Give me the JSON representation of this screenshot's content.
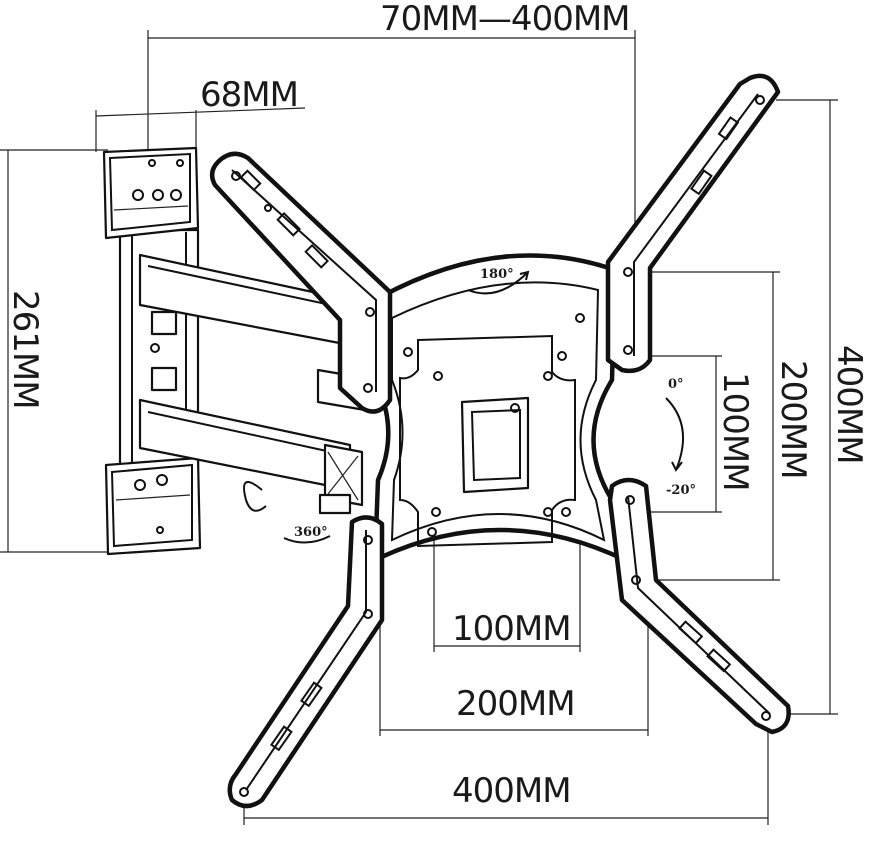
{
  "dimensions": {
    "top_range": "70MM—400MM",
    "wall_plate_width": "68MM",
    "left_height": "261MM",
    "right_outer": "400MM",
    "right_mid": "200MM",
    "right_inner": "100MM",
    "bottom_inner": "100MM",
    "bottom_mid": "200MM",
    "bottom_outer": "400MM"
  },
  "rotation_labels": {
    "swivel": "180°",
    "rotate": "360°",
    "tilt_top": "0°",
    "tilt_bottom": "-20°"
  },
  "colors": {
    "line": "#111111",
    "background": "#ffffff"
  }
}
